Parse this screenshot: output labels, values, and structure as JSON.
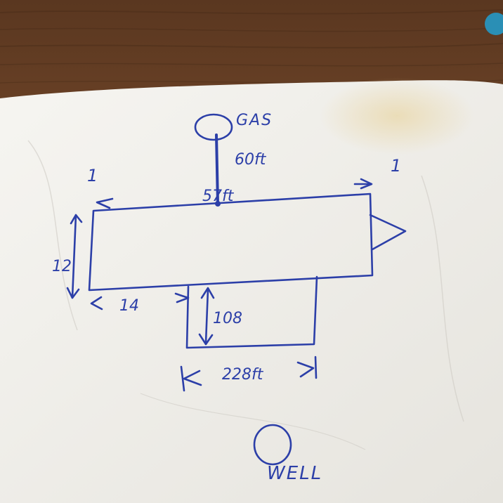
{
  "sketch": {
    "gas_label": "GAS",
    "gas_run": "60ft",
    "gas_tap": "57ft",
    "left_marker": "1",
    "right_marker": "1",
    "height_label": "12",
    "offset_label": "14",
    "wing_depth_label": "108",
    "wing_width_label": "228ft",
    "well_label": "WELL"
  },
  "colors": {
    "ink": "#2c3fa8",
    "paper": "#f3f1ec",
    "table": "#6b4226"
  }
}
